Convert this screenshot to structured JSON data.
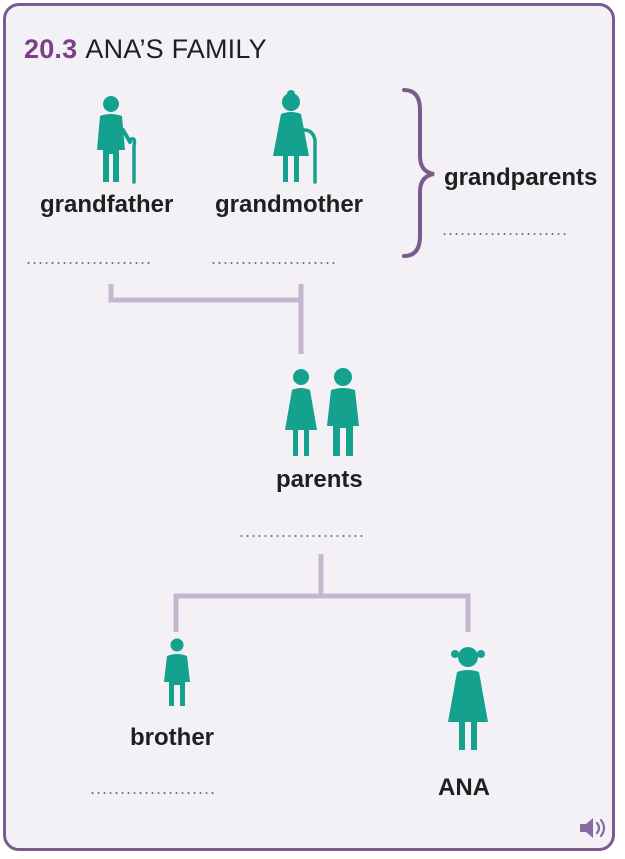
{
  "title": {
    "number": "20.3",
    "text": "ANA’S FAMILY"
  },
  "colors": {
    "accent": "#7b3f88",
    "figure": "#14a28e",
    "connector": "#c6b7d1",
    "brace": "#7b5a8e"
  },
  "labels": {
    "grandfather": "grandfather",
    "grandmother": "grandmother",
    "grandparents": "grandparents",
    "parents": "parents",
    "brother": "brother",
    "ana": "ANA"
  },
  "answer_line": ".....................",
  "icons": {
    "grandfather": "old-man-with-cane",
    "grandmother": "old-woman-with-cane",
    "parents": "woman-and-man",
    "brother": "boy",
    "ana": "girl-with-pigtails",
    "audio": "speaker-icon"
  }
}
